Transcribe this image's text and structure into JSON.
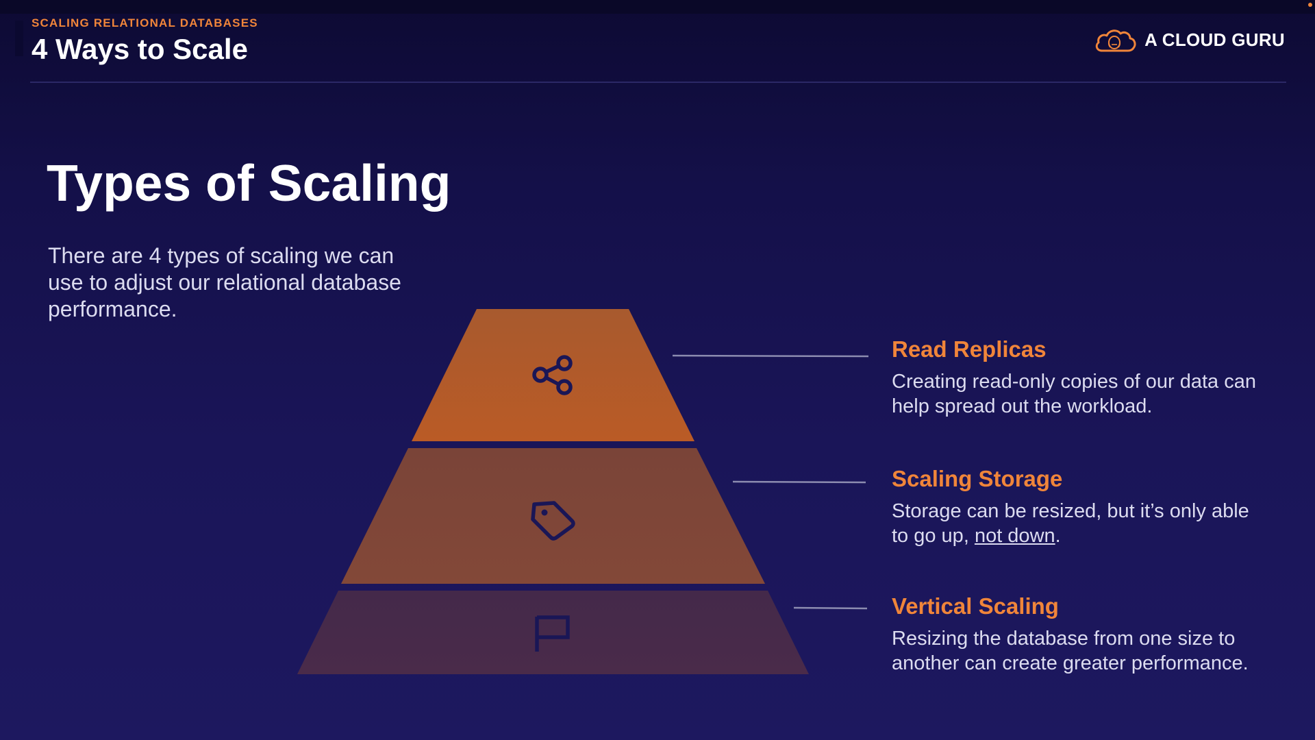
{
  "header": {
    "eyebrow": "SCALING RELATIONAL DATABASES",
    "title": "4 Ways to Scale",
    "brand": "A CLOUD GURU"
  },
  "slide": {
    "title": "Types of Scaling",
    "intro": "There are 4 types of scaling we can use to adjust our relational database performance."
  },
  "tiers": [
    {
      "title": "Read Replicas",
      "description": "Creating read-only copies of our data can help spread out the workload.",
      "icon": "share-icon",
      "color": "#b55a28"
    },
    {
      "title": "Scaling Storage",
      "description_before": "Storage can be resized, but it’s only able to go up, ",
      "description_link": "not down",
      "description_after": ".",
      "icon": "tag-icon",
      "color": "#7c4538"
    },
    {
      "title": "Vertical Scaling",
      "description": "Resizing the database from one size to another can create greater performance.",
      "icon": "flag-icon",
      "color": "#462a4a"
    }
  ],
  "colors": {
    "accent": "#f0853a",
    "icon_stroke": "#1a1656",
    "connector": "#8c8cb0"
  }
}
